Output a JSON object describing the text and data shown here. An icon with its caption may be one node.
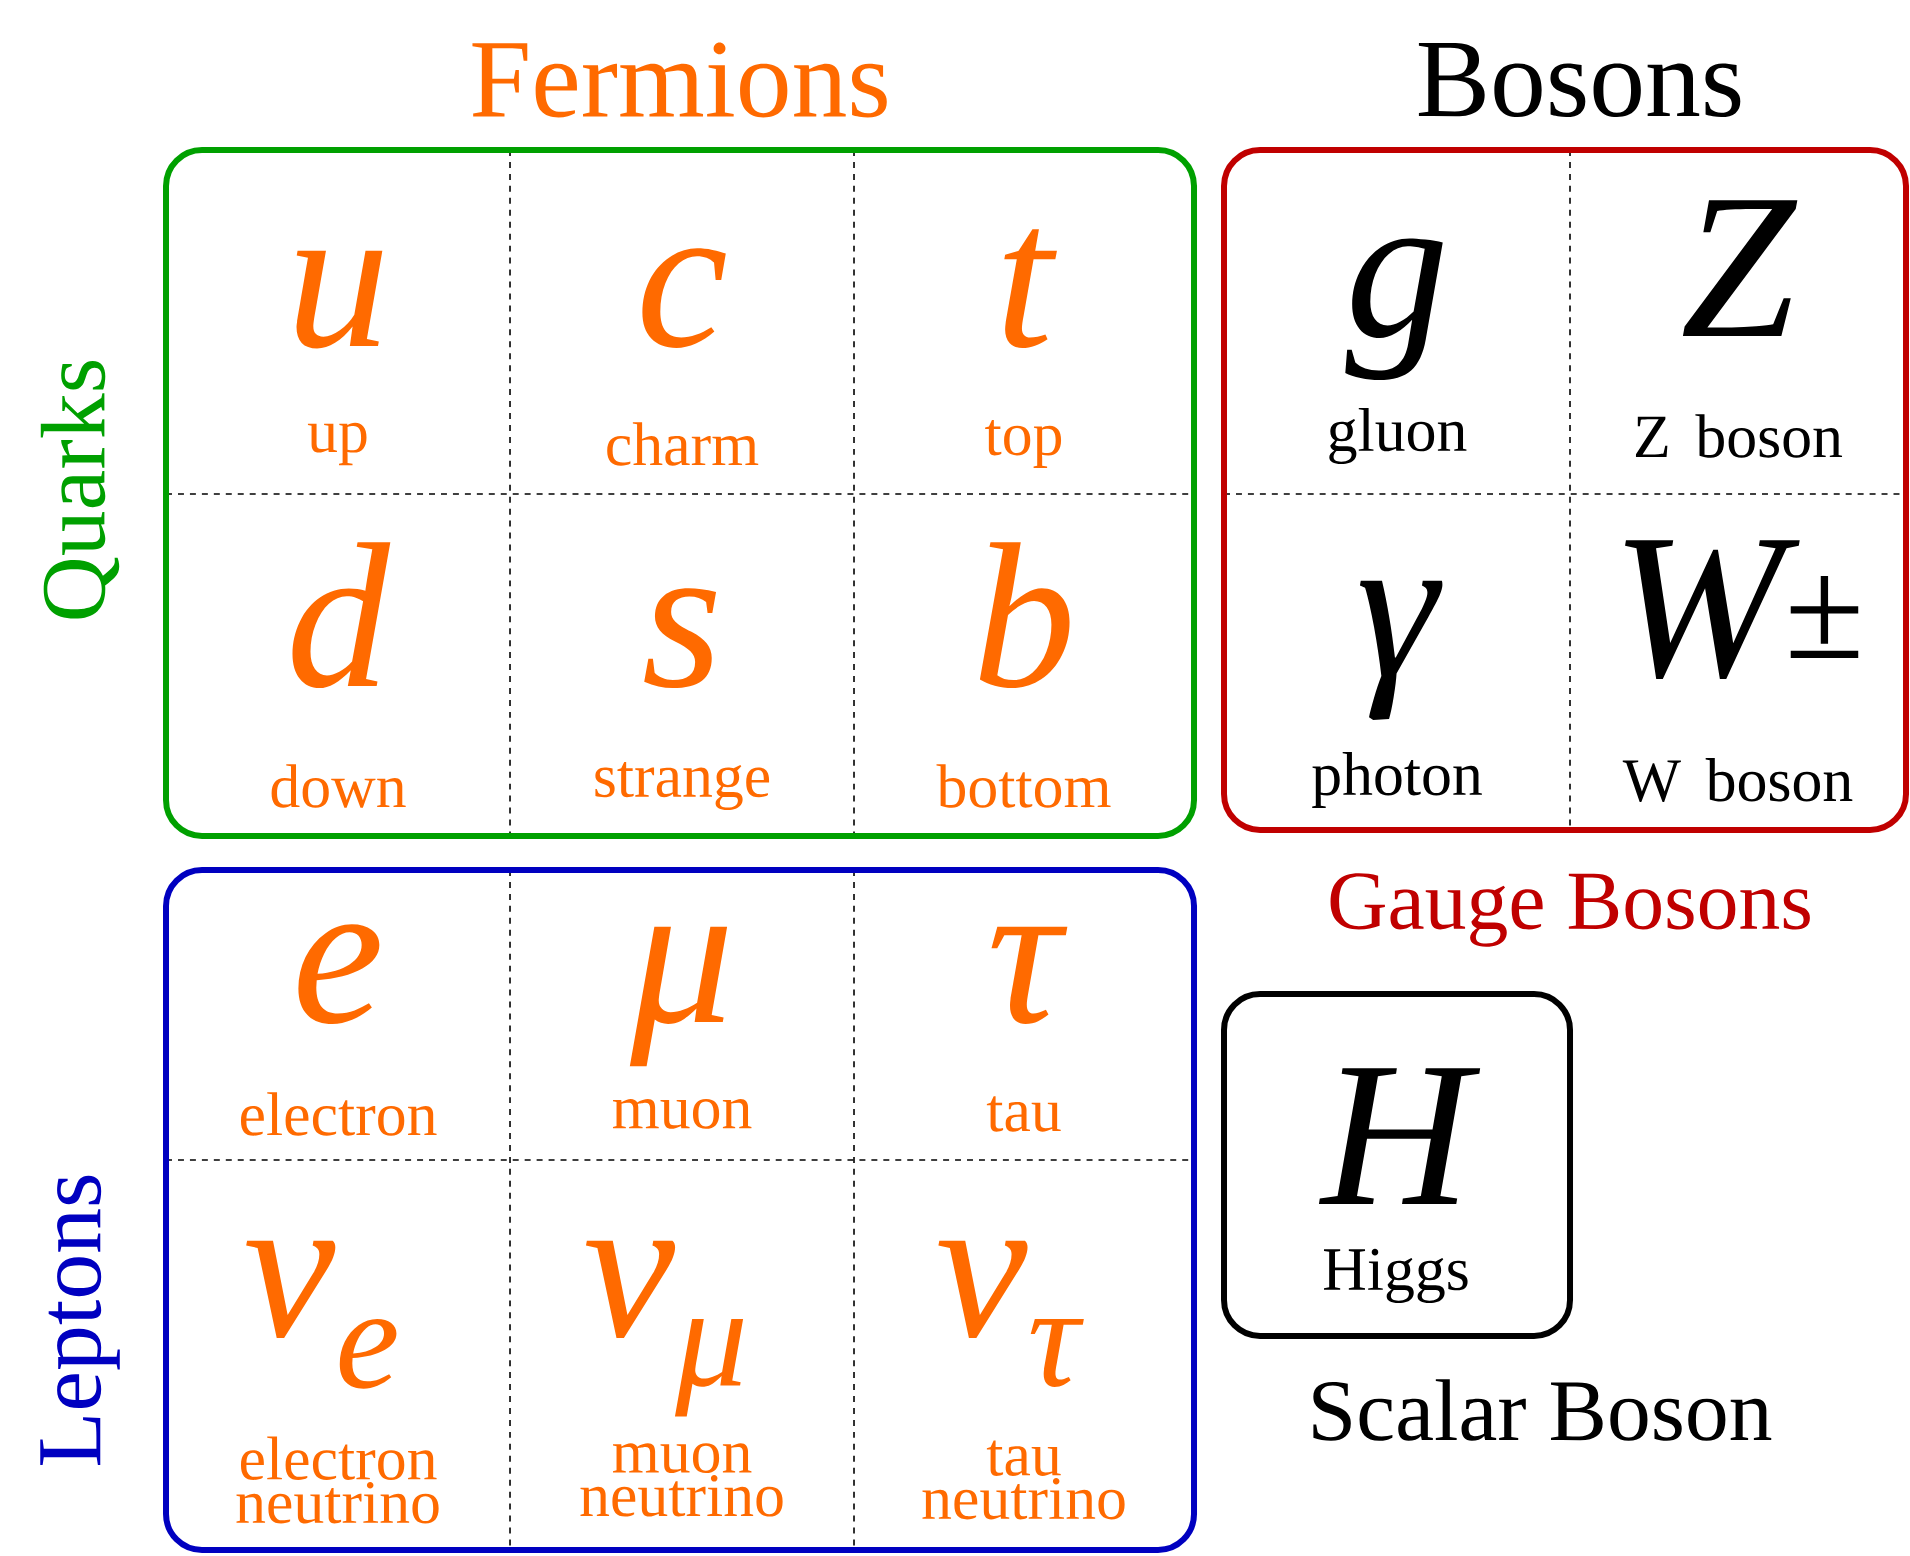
{
  "diagram": {
    "nodes": [
      {
        "text": [
          "Quarks"
        ]
      },
      {
        "text": [
          "u",
          "up"
        ],
        "in": 0
      },
      {
        "text": [
          "c",
          "charm"
        ],
        "in": 0
      },
      {
        "text": [
          "t",
          "top"
        ],
        "in": 0
      },
      {
        "text": [
          "d",
          "down"
        ],
        "in": 0
      },
      {
        "text": [
          "s",
          "strange"
        ],
        "in": 0
      },
      {
        "text": [
          "b",
          "bottom"
        ],
        "in": 0
      },
      {
        "text": [
          "Leptons"
        ]
      },
      {
        "text": [
          "e",
          "electron"
        ],
        "in": 7
      },
      {
        "text": [
          "μ",
          "muon"
        ],
        "in": 7
      },
      {
        "text": [
          "τ",
          "tau"
        ],
        "in": 7
      },
      {
        "text": [
          "ν$_{e}$",
          "electron neutrino"
        ],
        "in": 7
      },
      {
        "text": [
          "ν$_{μ}$",
          "muon neutrino"
        ],
        "in": 7
      },
      {
        "text": [
          "ν$_{τ}$",
          "tau neutrino"
        ],
        "in": 7
      },
      {
        "text": [
          "Gauge Bosons"
        ]
      },
      {
        "text": [
          "g",
          "gluon"
        ],
        "in": 14
      },
      {
        "text": [
          "Z",
          "Z boson"
        ],
        "in": 14
      },
      {
        "text": [
          "γ",
          "photon"
        ],
        "in": 14
      },
      {
        "text": [
          "W$^{±}$",
          "W boson"
        ],
        "in": 14
      },
      {
        "text": [
          "H",
          "Higgs",
          "Scalar Boson"
        ]
      }
    ],
    "labels": [
      "Fermions",
      "Bosons"
    ]
  }
}
